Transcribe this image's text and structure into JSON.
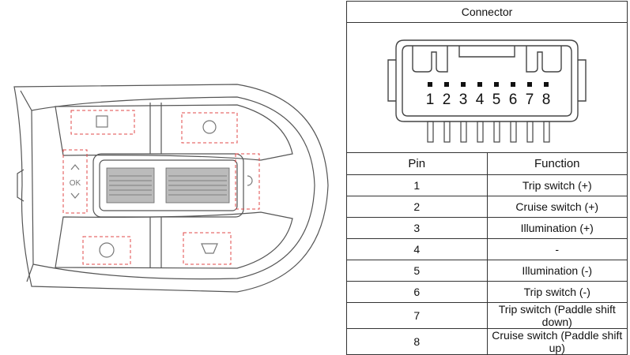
{
  "table": {
    "title": "Connector",
    "pin_header": "Pin",
    "function_header": "Function",
    "rows": [
      {
        "pin": "1",
        "function": "Trip switch (+)"
      },
      {
        "pin": "2",
        "function": "Cruise switch (+)"
      },
      {
        "pin": "3",
        "function": "Illumination (+)"
      },
      {
        "pin": "4",
        "function": "-"
      },
      {
        "pin": "5",
        "function": "Illumination (-)"
      },
      {
        "pin": "6",
        "function": "Trip switch (-)"
      },
      {
        "pin": "7",
        "function": "Trip switch (Paddle shift down)"
      },
      {
        "pin": "8",
        "function": "Cruise switch (Paddle shift up)"
      }
    ]
  },
  "connector": {
    "pin_numbers": [
      "1",
      "2",
      "3",
      "4",
      "5",
      "6",
      "7",
      "8"
    ]
  },
  "switch": {
    "ok_label": "OK"
  }
}
